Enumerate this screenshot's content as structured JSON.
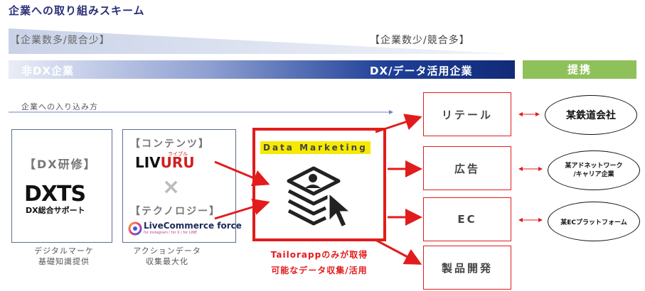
{
  "title": "企業への取り組みスキーム",
  "scale": {
    "many_companies": "【企業数多/競合少】",
    "few_companies": "【企業数少/競合多】"
  },
  "bar": {
    "non_dx": "非DX企業",
    "dx": "DX/データ活用企業",
    "partner": "提携"
  },
  "approach_label": "企業への入り込み方",
  "box1": {
    "label": "【DX研修】",
    "logo": "DXTS",
    "logo_sub": "DX総合サポート",
    "caption_line1": "デジタルマーケ",
    "caption_line2": "基礎知識提供"
  },
  "box2": {
    "contents_label": "【コンテンツ】",
    "livuru_logo_main": "LIV",
    "livuru_logo_accent": "URU",
    "livuru_small": "ライブル",
    "cross": "×",
    "tech_label": "【テクノロジー】",
    "lc_logo": "LiveCommerce force",
    "lc_sub": "for instagram / for X / for LINE",
    "caption_line1": "アクションデータ",
    "caption_line2": "収集最大化"
  },
  "data_marketing": {
    "label": "Data Marketing",
    "caption_line1": "Tailorappのみが取得",
    "caption_line2": "可能なデータ収集/活用"
  },
  "categories": [
    "リテール",
    "広告",
    "EC",
    "製品開発"
  ],
  "partners": [
    "某鉄道会社",
    "某アドネットワーク/キャリア企業",
    "某ECプラットフォーム"
  ],
  "partner2_line1": "某アドネットワーク",
  "partner2_line2": "/キャリア企業",
  "colors": {
    "accent_red": "#e21c1c",
    "navy": "#122a78",
    "partner_green": "#8fc15b",
    "highlight_yellow": "#f6e900"
  }
}
